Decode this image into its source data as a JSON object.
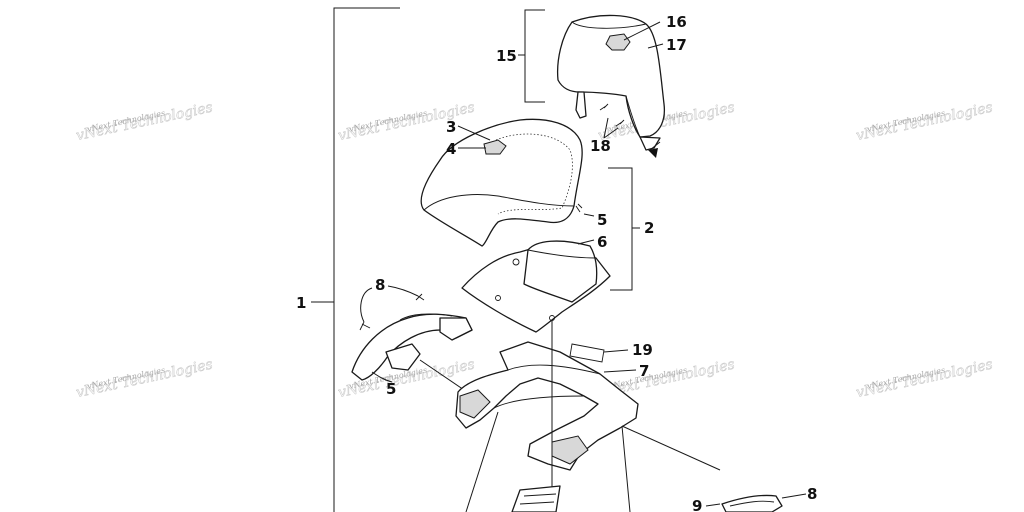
{
  "watermark": {
    "text": "vNext Technologies"
  },
  "callouts": [
    {
      "id": "c1",
      "label": "1"
    },
    {
      "id": "c2",
      "label": "2"
    },
    {
      "id": "c3",
      "label": "3"
    },
    {
      "id": "c4",
      "label": "4"
    },
    {
      "id": "c5a",
      "label": "5"
    },
    {
      "id": "c5b",
      "label": "5"
    },
    {
      "id": "c6",
      "label": "6"
    },
    {
      "id": "c7",
      "label": "7"
    },
    {
      "id": "c8a",
      "label": "8"
    },
    {
      "id": "c8b",
      "label": "8"
    },
    {
      "id": "c9",
      "label": "9"
    },
    {
      "id": "c15",
      "label": "15"
    },
    {
      "id": "c16",
      "label": "16"
    },
    {
      "id": "c17",
      "label": "17"
    },
    {
      "id": "c18",
      "label": "18"
    },
    {
      "id": "c19",
      "label": "19"
    }
  ]
}
